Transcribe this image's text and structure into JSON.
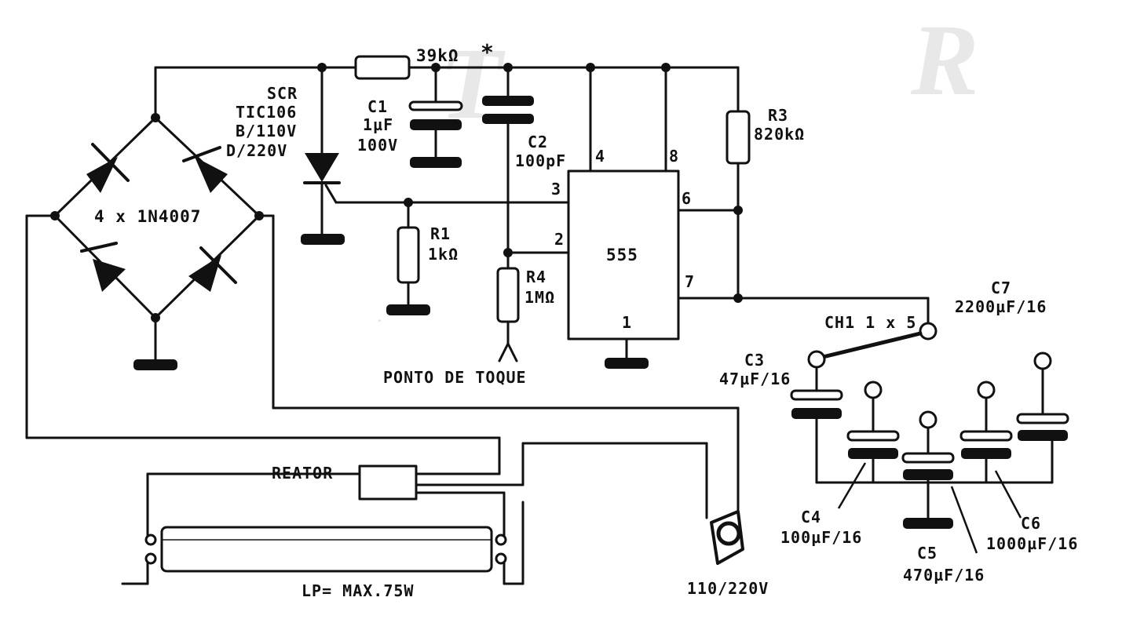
{
  "components": {
    "bridge": {
      "label": "4 x 1N4007"
    },
    "scr": {
      "line1": "SCR",
      "line2": "TIC106",
      "line3": "B/110V",
      "line4": "D/220V"
    },
    "r2": {
      "value": "39kΩ",
      "note": "*"
    },
    "c1": {
      "name": "C1",
      "value": "1µF",
      "voltage": "100V"
    },
    "c2": {
      "name": "C2",
      "value": "100pF"
    },
    "r1": {
      "name": "R1",
      "value": "1kΩ"
    },
    "r4": {
      "name": "R4",
      "value": "1MΩ"
    },
    "r3": {
      "name": "R3",
      "value": "820kΩ"
    },
    "ic": {
      "name": "555",
      "pin1": "1",
      "pin2": "2",
      "pin3": "3",
      "pin4": "4",
      "pin6": "6",
      "pin7": "7",
      "pin8": "8"
    },
    "touch": {
      "label": "PONTO DE TOQUE"
    },
    "switch": {
      "label": "CH1  1 x 5"
    },
    "c3": {
      "name": "C3",
      "value": "47µF/16"
    },
    "c4": {
      "name": "C4",
      "value": "100µF/16"
    },
    "c5": {
      "name": "C5",
      "value": "470µF/16"
    },
    "c6": {
      "name": "C6",
      "value": "1000µF/16"
    },
    "c7": {
      "name": "C7",
      "value": "2200µF/16"
    },
    "ballast": {
      "label": "REATOR"
    },
    "lamp": {
      "label": "LP= MAX.75W"
    },
    "plug": {
      "label": "110/220V"
    }
  }
}
